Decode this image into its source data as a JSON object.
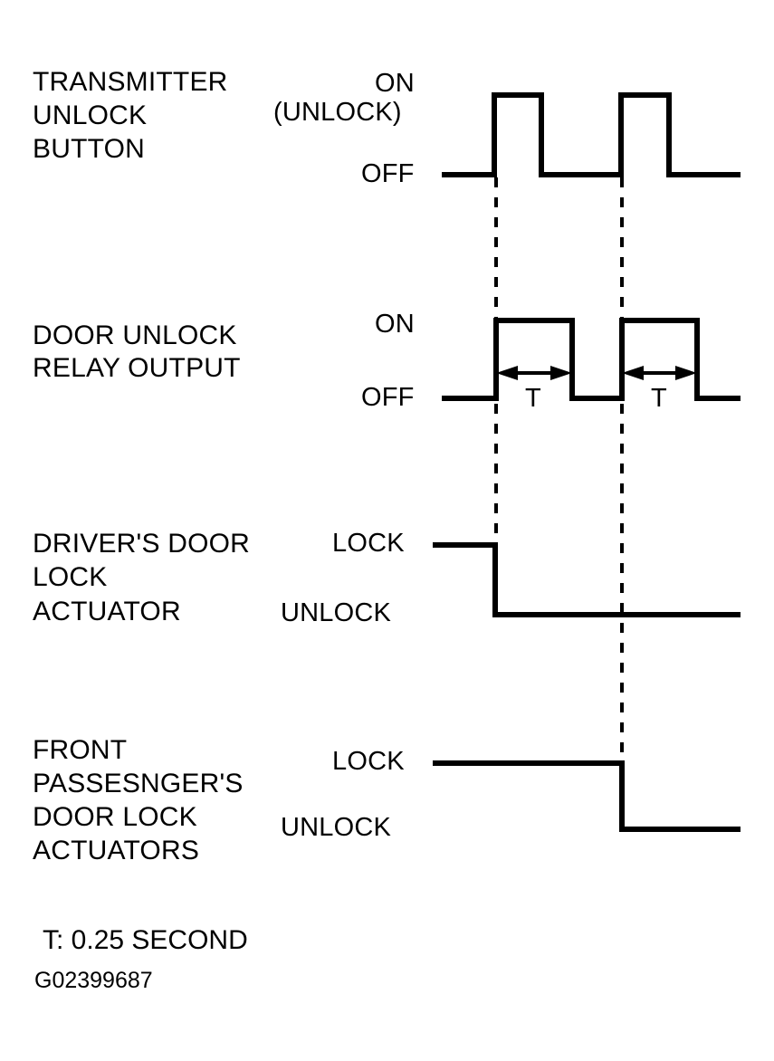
{
  "figure": {
    "title_id": "G02399687",
    "footnote": "T: 0.25 SECOND",
    "background_color": "#ffffff",
    "line_color": "#000000"
  },
  "chart_data": {
    "type": "line",
    "title": "",
    "subtitle": "",
    "xlabel": "",
    "ylabel": "",
    "grid": false,
    "legend": "none",
    "notes": [
      "T: 0.25 SECOND"
    ],
    "event_markers": [
      {
        "name": "event-1",
        "x": 548,
        "style": "dashed"
      },
      {
        "name": "event-2",
        "x": 687,
        "style": "dashed"
      }
    ],
    "series": [
      {
        "name": "TRANSMITTER UNLOCK BUTTON",
        "label_lines": [
          "TRANSMITTER",
          "UNLOCK",
          "BUTTON"
        ],
        "state_high": "ON",
        "state_high_note": "(UNLOCK)",
        "state_low": "OFF",
        "waveform": "digital",
        "points": [
          {
            "x": 488,
            "state": "OFF"
          },
          {
            "x": 546,
            "state": "ON"
          },
          {
            "x": 598,
            "state": "OFF"
          },
          {
            "x": 686,
            "state": "ON"
          },
          {
            "x": 739,
            "state": "OFF"
          },
          {
            "x": 818,
            "state": "OFF"
          }
        ]
      },
      {
        "name": "DOOR UNLOCK RELAY OUTPUT",
        "label_lines": [
          "DOOR UNLOCK",
          "RELAY OUTPUT"
        ],
        "state_high": "ON",
        "state_low": "OFF",
        "waveform": "digital",
        "duration_marker": "T",
        "points": [
          {
            "x": 488,
            "state": "OFF"
          },
          {
            "x": 548,
            "state": "ON"
          },
          {
            "x": 632,
            "state": "OFF"
          },
          {
            "x": 687,
            "state": "ON"
          },
          {
            "x": 770,
            "state": "OFF"
          },
          {
            "x": 818,
            "state": "OFF"
          }
        ]
      },
      {
        "name": "DRIVER'S DOOR LOCK ACTUATOR",
        "label_lines": [
          "DRIVER'S DOOR",
          "LOCK",
          "ACTUATOR"
        ],
        "state_high": "LOCK",
        "state_low": "UNLOCK",
        "waveform": "step",
        "points": [
          {
            "x": 478,
            "state": "LOCK"
          },
          {
            "x": 547,
            "state": "UNLOCK"
          },
          {
            "x": 818,
            "state": "UNLOCK"
          }
        ]
      },
      {
        "name": "FRONT PASSESNGER'S DOOR LOCK ACTUATORS",
        "label_lines": [
          "FRONT",
          "PASSESNGER'S",
          "DOOR LOCK",
          "ACTUATORS"
        ],
        "state_high": "LOCK",
        "state_low": "UNLOCK",
        "waveform": "step",
        "points": [
          {
            "x": 478,
            "state": "LOCK"
          },
          {
            "x": 687,
            "state": "UNLOCK"
          },
          {
            "x": 818,
            "state": "UNLOCK"
          }
        ]
      }
    ]
  },
  "signal_1": {
    "line_1": "TRANSMITTER",
    "line_2": "UNLOCK",
    "line_3": "BUTTON",
    "on_label": "ON",
    "unlock_note": "(UNLOCK)",
    "off_label": "OFF"
  },
  "signal_2": {
    "line_1": "DOOR UNLOCK",
    "line_2": "RELAY OUTPUT",
    "on_label": "ON",
    "off_label": "OFF",
    "t_label_1": "T",
    "t_label_2": "T"
  },
  "signal_3": {
    "line_1": "DRIVER'S DOOR",
    "line_2": "LOCK",
    "line_3": "ACTUATOR",
    "lock_label": "LOCK",
    "unlock_label": "UNLOCK"
  },
  "signal_4": {
    "line_1": "FRONT",
    "line_2": "PASSESNGER'S",
    "line_3": "DOOR LOCK",
    "line_4": "ACTUATORS",
    "lock_label": "LOCK",
    "unlock_label": "UNLOCK"
  }
}
